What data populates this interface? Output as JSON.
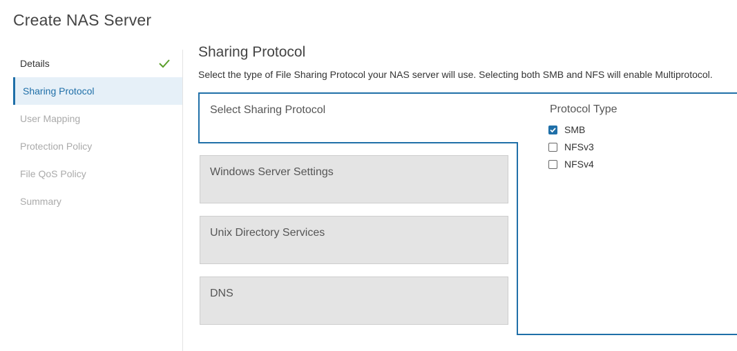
{
  "page": {
    "title": "Create NAS Server"
  },
  "sidebar": {
    "steps": [
      {
        "label": "Details",
        "state": "done"
      },
      {
        "label": "Sharing Protocol",
        "state": "active"
      },
      {
        "label": "User Mapping",
        "state": "disabled"
      },
      {
        "label": "Protection Policy",
        "state": "disabled"
      },
      {
        "label": "File QoS Policy",
        "state": "disabled"
      },
      {
        "label": "Summary",
        "state": "disabled"
      }
    ]
  },
  "content": {
    "title": "Sharing Protocol",
    "description": "Select the type of File Sharing Protocol your NAS server will use. Selecting both SMB and NFS will enable Multiprotocol.",
    "select_label": "Select Sharing Protocol",
    "sections": [
      {
        "label": "Windows Server Settings"
      },
      {
        "label": "Unix Directory Services"
      },
      {
        "label": "DNS"
      }
    ],
    "protocol_type": {
      "title": "Protocol Type",
      "options": [
        {
          "label": "SMB",
          "checked": true
        },
        {
          "label": "NFSv3",
          "checked": false
        },
        {
          "label": "NFSv4",
          "checked": false
        }
      ]
    }
  },
  "colors": {
    "accent": "#1f6fa8",
    "check": "#5a9e2a",
    "active_bg": "#e6f0f8",
    "section_bg": "#e4e4e4",
    "disabled_text": "#aaaaaa"
  },
  "icons": {
    "done_step": "checkmark-icon",
    "checkbox_checked": "checkbox-checked-icon"
  }
}
